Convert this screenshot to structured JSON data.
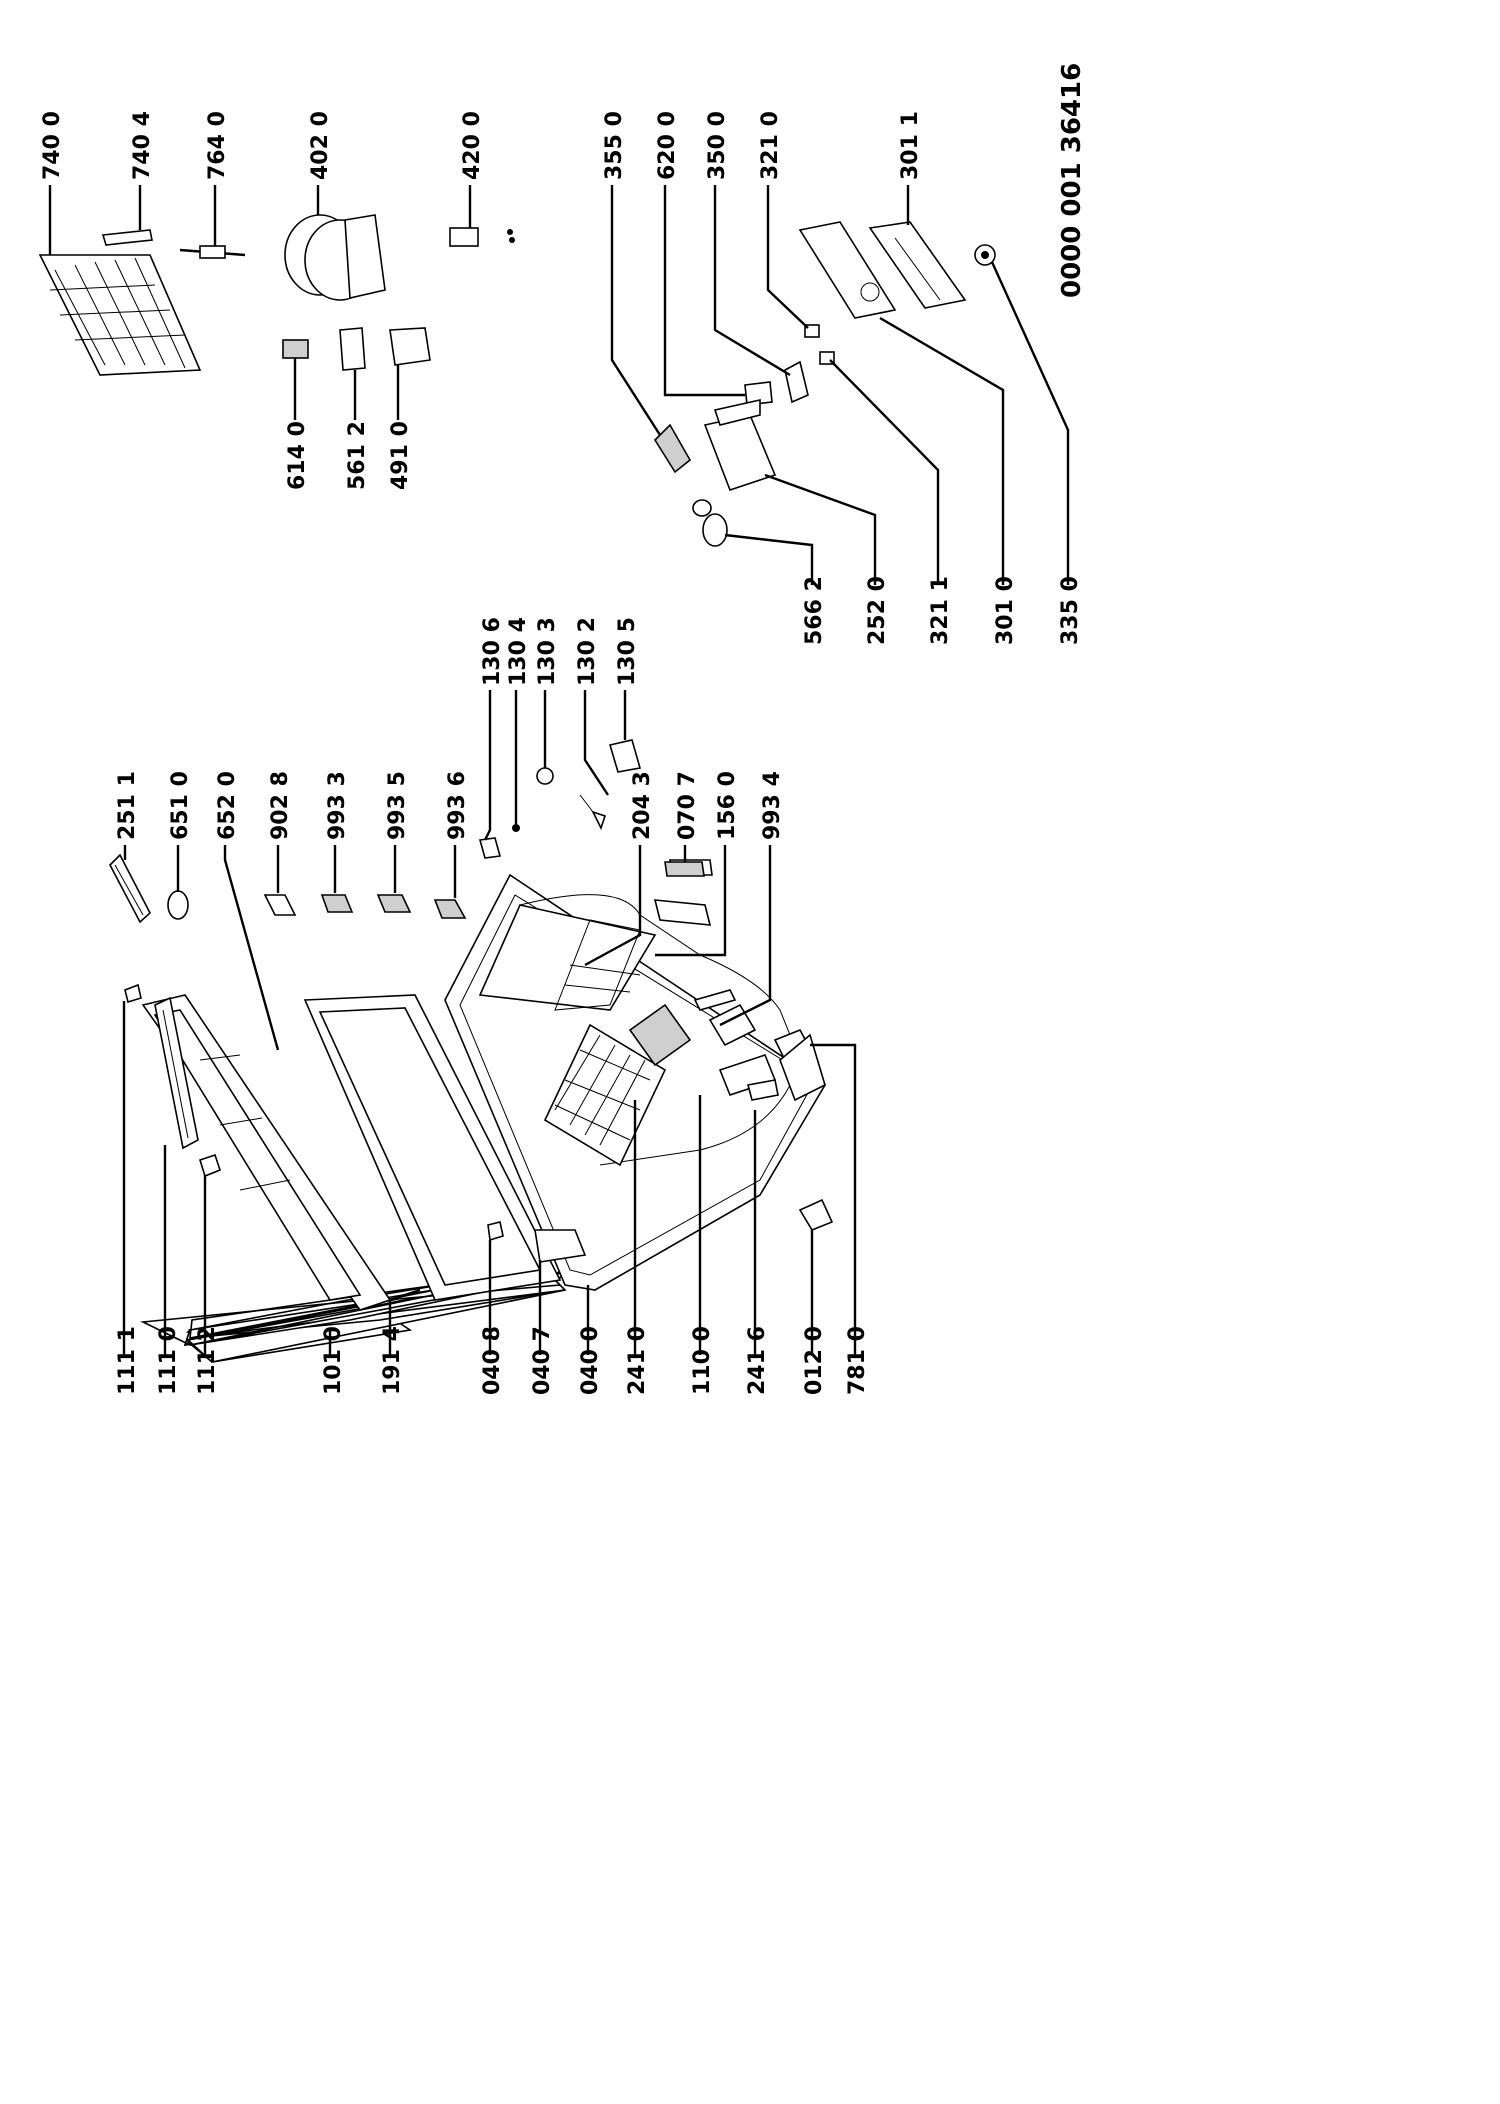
{
  "diagram": {
    "document_code": "0000 001 36416",
    "labels": {
      "p1111": "111 1",
      "p1110": "111 0",
      "p1112": "111 2",
      "p1010": "101 0",
      "p1914": "191 4",
      "p0408": "040 8",
      "p0407": "040 7",
      "p0400": "040 0",
      "p2410": "241 0",
      "p1100": "110 0",
      "p2416": "241 6",
      "p0120": "012 0",
      "p7810": "781 0",
      "p2511": "251 1",
      "p6510": "651 0",
      "p6520": "652 0",
      "p9028": "902 8",
      "p9933": "993 3",
      "p9935": "993 5",
      "p9936": "993 6",
      "p1306": "130 6",
      "p1304": "130 4",
      "p1303": "130 3",
      "p1302": "130 2",
      "p1305": "130 5",
      "p2043": "204 3",
      "p0707": "070 7",
      "p1560": "156 0",
      "p9934": "993 4",
      "p7400": "740 0",
      "p7404": "740 4",
      "p7640": "764 0",
      "p4020": "402 0",
      "p4200": "420 0",
      "p6140": "614 0",
      "p5612": "561 2",
      "p4910": "491 0",
      "p3550": "355 0",
      "p6200": "620 0",
      "p3500": "350 0",
      "p3210": "321 0",
      "p3011": "301 1",
      "p5662": "566 2",
      "p2520": "252 0",
      "p3211": "321 1",
      "p3010": "301 0",
      "p3350": "335 0"
    }
  }
}
